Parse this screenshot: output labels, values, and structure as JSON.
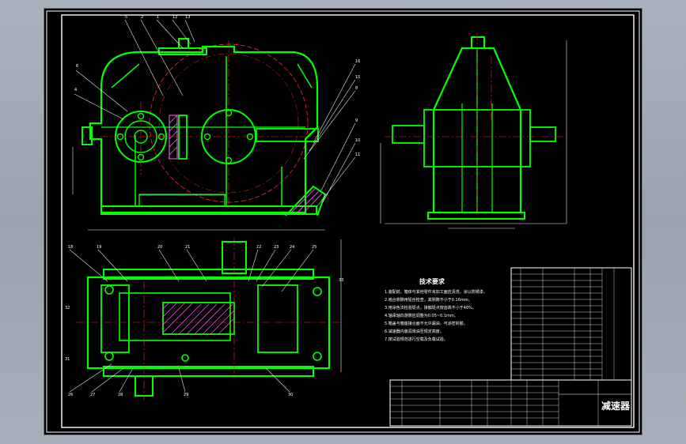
{
  "colors": {
    "background": "#000000",
    "frame": "#ffffff",
    "part_outline": "#00ff00",
    "centerline": "#ff2a2a",
    "hatch": "#ff66ff",
    "text": "#ffffff",
    "dimension": "#e8e8e8",
    "accent_text": "#ffff66"
  },
  "callouts_top": [
    "6",
    "4",
    "5",
    "2",
    "1",
    "16",
    "15",
    "8",
    "9",
    "10",
    "11",
    "12",
    "13"
  ],
  "callouts_plan": [
    "18",
    "19",
    "20",
    "21",
    "22",
    "23",
    "24",
    "25",
    "26",
    "27",
    "28",
    "29",
    "30",
    "31",
    "32",
    "33"
  ],
  "notes": {
    "heading": "技术要求",
    "lines": [
      "1.装配前，箱体与其他零件未加工面应清洗，涂以防锈漆。",
      "2.啮合侧隙用铅丝检查，其侧隙不小于0.16mm。",
      "3.用涂色法检验斑点，接触斑点按齿高不小于40%。",
      "4.轴承轴向游隙应调整为0.05~0.1mm。",
      "5.箱盖与箱座接合面不允许漏油，可涂密封胶。",
      "6.减速器内装润滑油至规定高度。",
      "7.按试验规范进行空载及负载试验。"
    ]
  },
  "title_block": {
    "title": "减速器"
  }
}
